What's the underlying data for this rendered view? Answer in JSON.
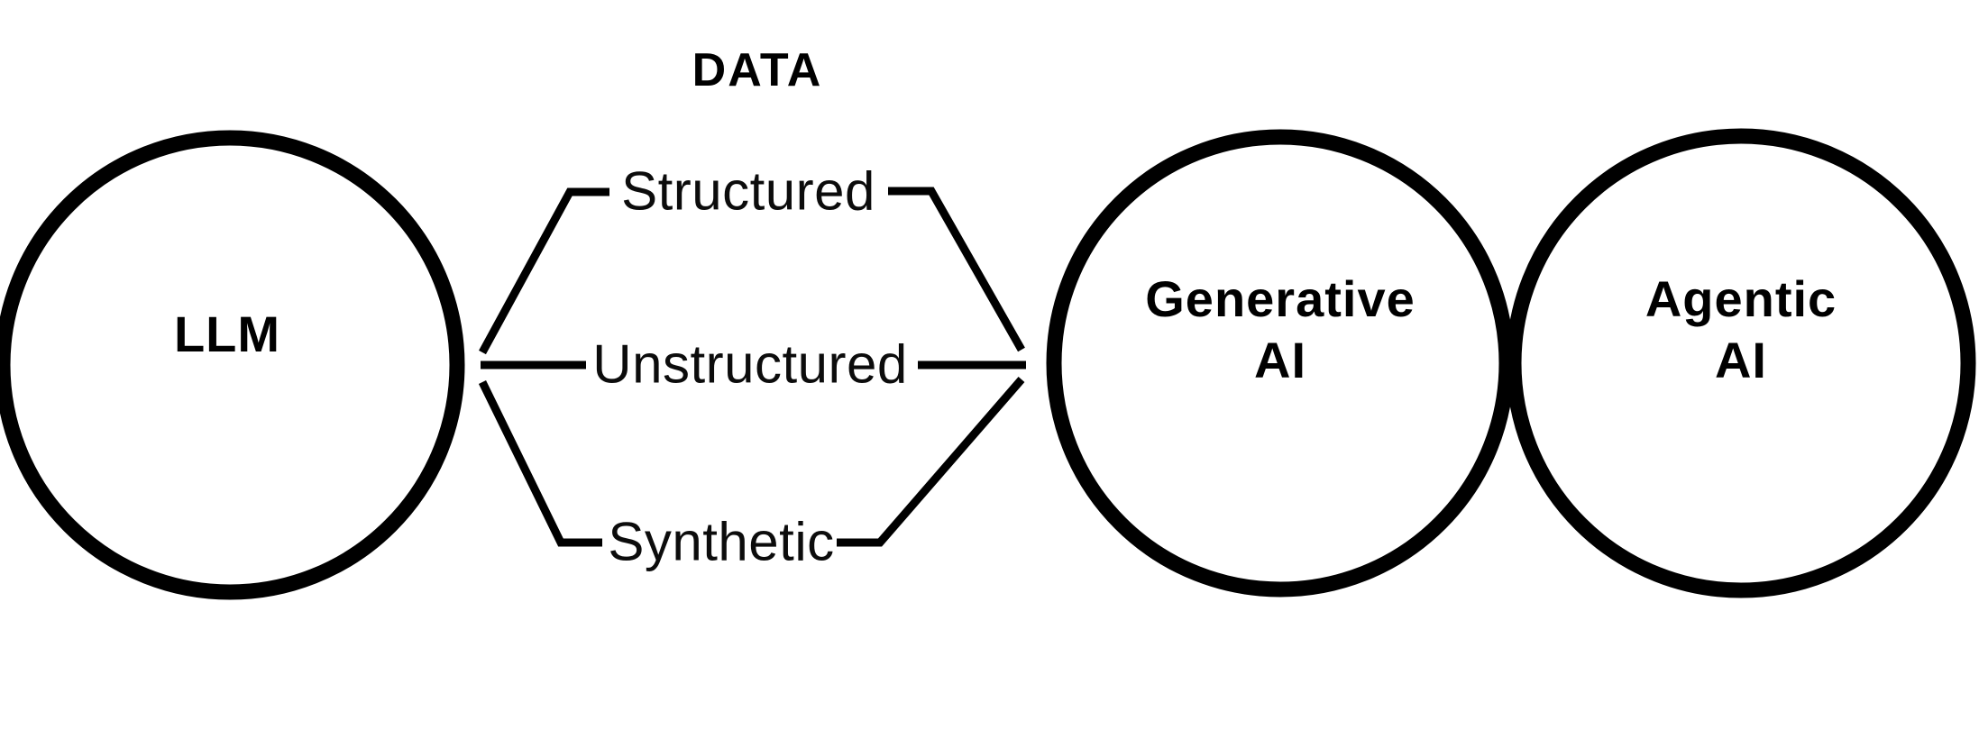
{
  "diagram": {
    "title": "DATA",
    "background_color": "#ffffff",
    "stroke_color": "#000000",
    "text_color": "#000000",
    "nodes": {
      "llm": {
        "label": "LLM"
      },
      "generative": {
        "line1": "Generative",
        "line2": "AI"
      },
      "agentic": {
        "line1": "Agentic",
        "line2": "AI"
      }
    },
    "data_types": {
      "structured": "Structured",
      "unstructured": "Unstructured",
      "synthetic": "Synthetic"
    }
  }
}
